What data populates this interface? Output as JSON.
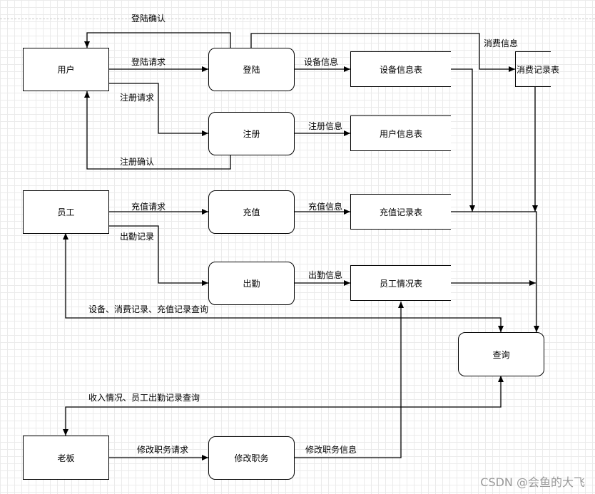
{
  "nodes": {
    "user": "用户",
    "staff": "员工",
    "boss": "老板",
    "login": "登陆",
    "register": "注册",
    "recharge": "充值",
    "attendance": "出勤",
    "modify_duty": "修改职务",
    "query": "查询",
    "device_table": "设备信息表",
    "user_table": "用户信息表",
    "recharge_table": "充值记录表",
    "staff_table": "员工情况表",
    "consume_table": "消费记录表"
  },
  "flows": {
    "login_confirm": "登陆确认",
    "login_request": "登陆请求",
    "device_info": "设备信息",
    "consume_info": "消费信息",
    "register_request": "注册请求",
    "register_info": "注册信息",
    "register_confirm": "注册确认",
    "recharge_request": "充值请求",
    "recharge_info": "充值信息",
    "attendance_record": "出勤记录",
    "attendance_info": "出勤信息",
    "staff_query": "设备、消费记录、充值记录查询",
    "boss_query": "收入情况、员工出勤记录查询",
    "modify_duty_request": "修改职务请求",
    "modify_duty_info": "修改职务信息"
  },
  "watermark": "CSDN @会鱼的大飞"
}
